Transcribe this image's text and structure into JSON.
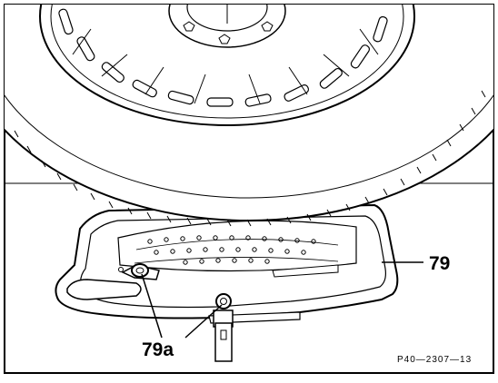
{
  "figure": {
    "callouts": {
      "carrier": "79",
      "hooks": "79a"
    },
    "reference_code": "P40—2307—13"
  }
}
